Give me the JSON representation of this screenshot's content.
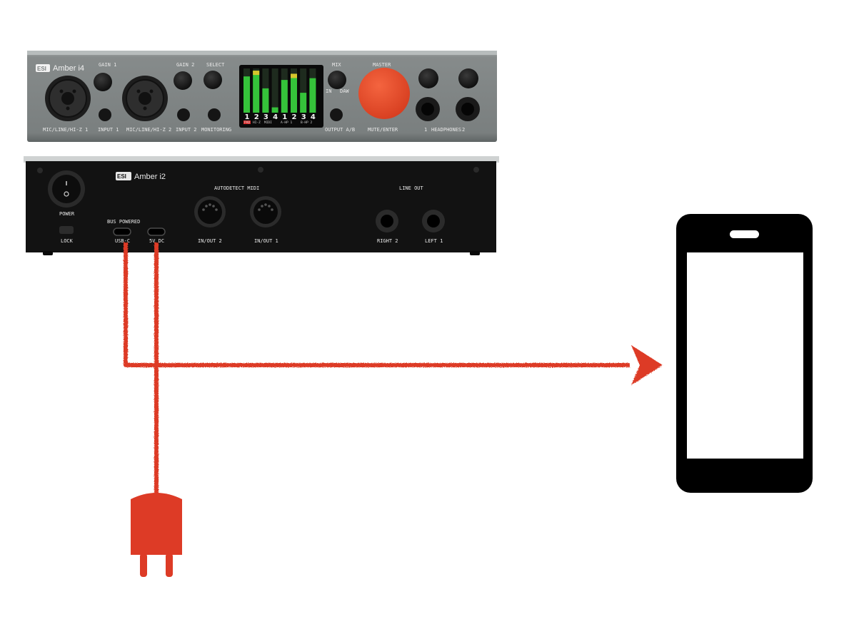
{
  "front_panel": {
    "brand": "ESI",
    "model": "Amber i4",
    "labels": {
      "gain1": "GAIN 1",
      "gain2": "GAIN 2",
      "select": "SELECT",
      "mix": "MIX",
      "master": "MASTER",
      "in": "IN",
      "daw": "DAW",
      "mic1": "MIC/LINE/HI-Z 1",
      "input1": "INPUT 1",
      "mic2": "MIC/LINE/HI-Z 2",
      "input2": "INPUT 2",
      "monitoring": "MONITORING",
      "output_ab": "OUTPUT A/B",
      "mute_enter": "MUTE/ENTER",
      "hp1": "1",
      "headphones": "HEADPHONES",
      "hp2": "2"
    },
    "meter": {
      "numbers": [
        "1",
        "2",
        "3",
        "4",
        "1",
        "2",
        "3",
        "4"
      ],
      "tags": [
        "PAD",
        "HI-Z",
        "MIDI",
        "A-HP 1",
        "B-HP 2"
      ],
      "levels": [
        0.82,
        0.95,
        0.55,
        0.12,
        0.74,
        0.88,
        0.45,
        0.78
      ]
    }
  },
  "back_panel": {
    "brand": "ESI",
    "model": "Amber i2",
    "labels": {
      "power": "POWER",
      "lock": "LOCK",
      "bus_powered": "BUS POWERED",
      "usbc": "USB-C",
      "dc": "5V DC",
      "autodetect_midi": "AUTODETECT MIDI",
      "inout2": "IN/OUT 2",
      "inout1": "IN/OUT 1",
      "line_out": "LINE OUT",
      "right2": "RIGHT 2",
      "left1": "LEFT 1"
    }
  },
  "colors": {
    "cable": "#dd3b26",
    "knob_accent": "#e8472c",
    "front_body": "#7e8383",
    "back_body": "#121212",
    "phone": "#000000"
  },
  "icons": [
    "power-plug-icon",
    "smartphone-icon",
    "arrow-right-icon"
  ]
}
